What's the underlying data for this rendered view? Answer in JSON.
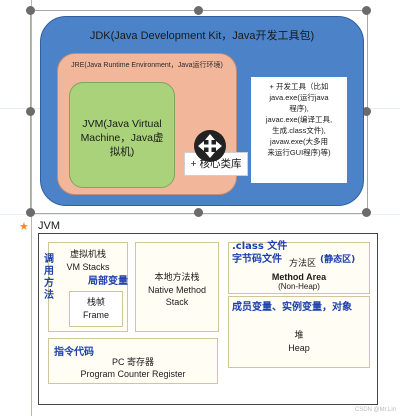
{
  "jdk": {
    "title": "JDK(Java Development Kit，Java开发工具包)",
    "jre": {
      "title": "JRE(Java Runtime Environment，Java运行环境)",
      "jvm_title": "JVM(Java Virtual Machine，Java虚拟机)",
      "core_lib": "+ 核心类库"
    },
    "tools": [
      "+ 开发工具（比如",
      "java.exe(运行java",
      "程序),",
      "javac.exe(编译工具,",
      "生成.class文件),",
      "javaw.exe(大多用",
      "来运行GUI程序)等)"
    ]
  },
  "jvm": {
    "label": "JVM",
    "stack_title": "虚拟机栈",
    "stack_en": "VM Stacks",
    "frame_cn": "栈帧",
    "frame_en": "Frame",
    "native_cn": "本地方法栈",
    "native_en": [
      "Native Method",
      "Stack"
    ],
    "method_cn": "方法区",
    "method_en": "Method Area",
    "method_note": "(Non-Heap)",
    "heap_cn": "堆",
    "heap_en": "Heap",
    "pc_cn": "PC 寄存器",
    "pc_en": "Program Counter Register"
  },
  "notes": {
    "call_method": [
      "调",
      "用",
      "方",
      "法"
    ],
    "local_var": "局部变量",
    "class_file": ".class 文件",
    "bytecode": "字节码文件",
    "heap_content": "成员变量、实例变量，对象",
    "instruction": "指令代码",
    "method_area_note": "(静态区)"
  },
  "watermark": "CSDN @Mr.Lin"
}
